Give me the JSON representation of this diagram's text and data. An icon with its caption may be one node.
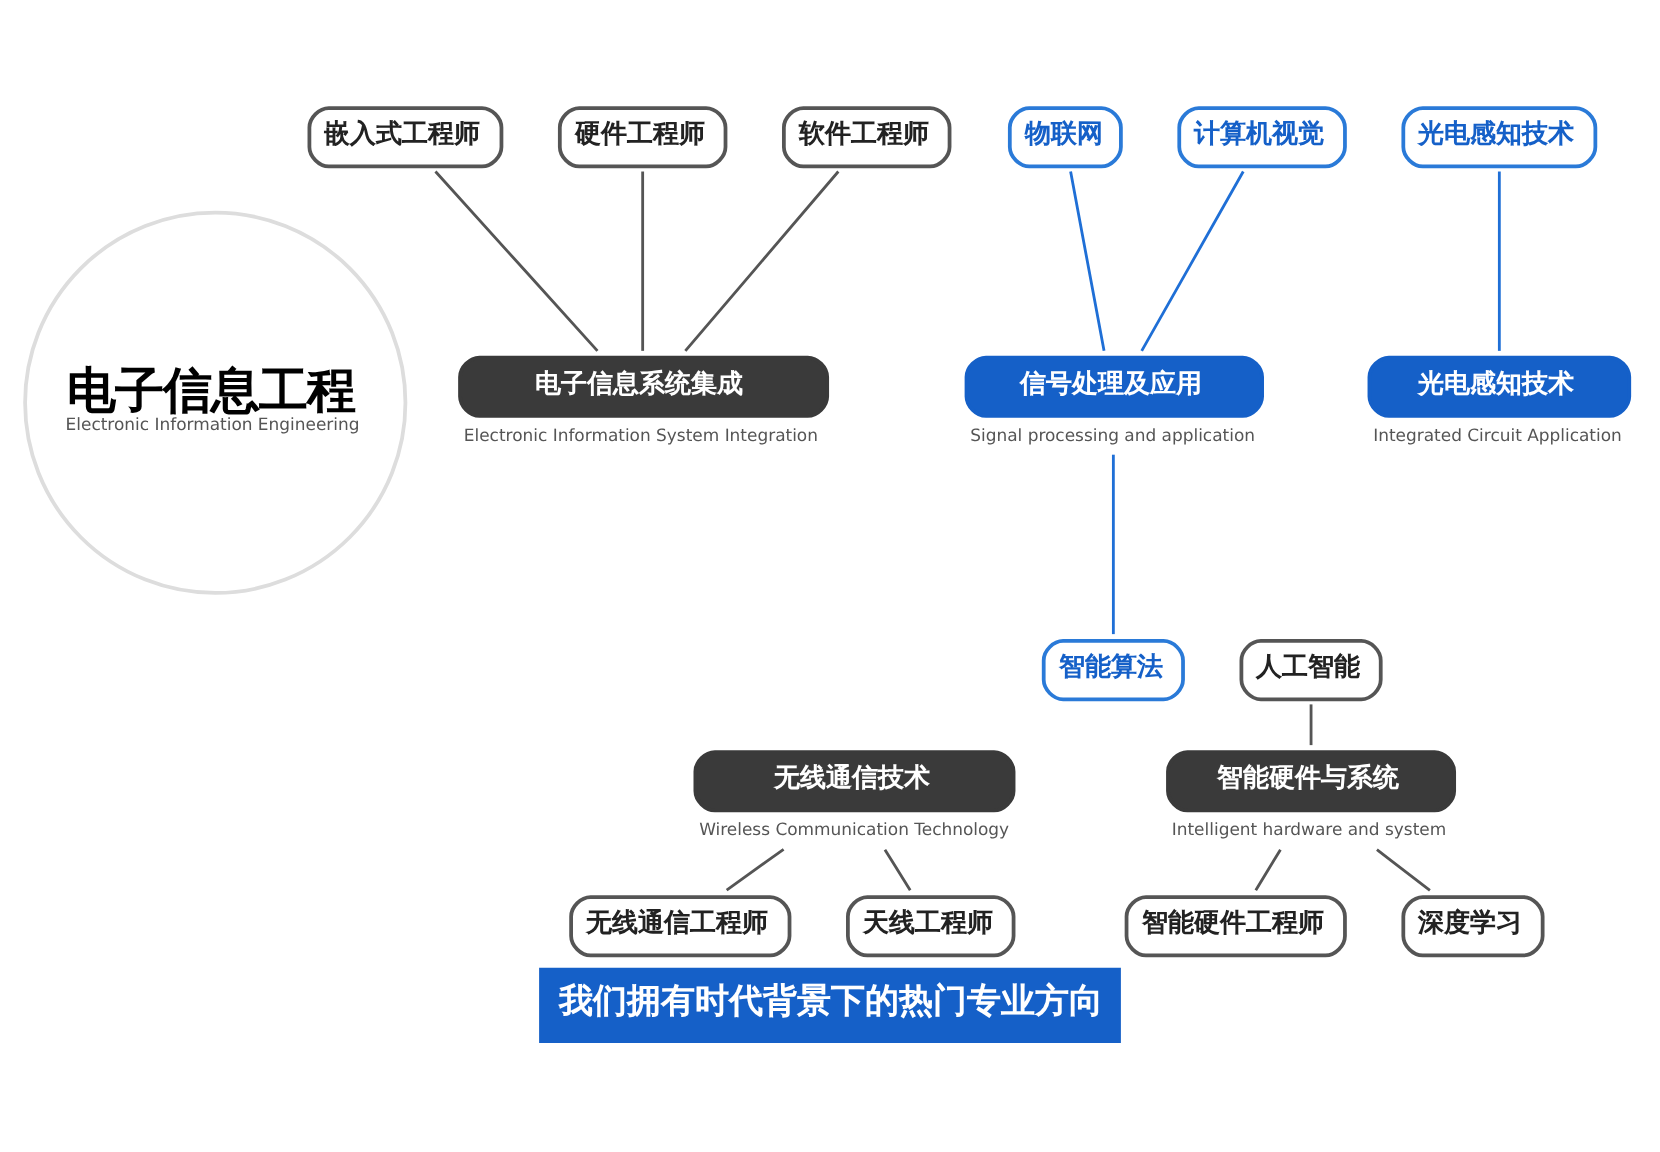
{
  "diagram": {
    "caption": "我们拥有时代背景下的热门专业方向",
    "nodes": [
      {
        "text": [
          "电子信息工程",
          "Electronic Information Engineering"
        ]
      },
      {
        "text": [
          "电子信息系统集成"
        ],
        "beside": [
          "Electronic Information System Integration"
        ]
      },
      {
        "text": [
          "嵌入式工程师"
        ]
      },
      {
        "text": [
          "硬件工程师"
        ]
      },
      {
        "text": [
          "软件工程师"
        ]
      },
      {
        "text": [
          "信号处理及应用"
        ],
        "beside": [
          "Signal processing and application"
        ]
      },
      {
        "text": [
          "物联网"
        ]
      },
      {
        "text": [
          "计算机视觉"
        ]
      },
      {
        "text": [
          "智能算法"
        ]
      },
      {
        "text": [
          "光电感知技术"
        ],
        "beside": [
          "Integrated Circuit Application"
        ]
      },
      {
        "text": [
          "光电感知技术"
        ]
      },
      {
        "text": [
          "无线通信技术"
        ],
        "beside": [
          "Wireless Communication Technology"
        ]
      },
      {
        "text": [
          "无线通信工程师"
        ]
      },
      {
        "text": [
          "天线工程师"
        ]
      },
      {
        "text": [
          "人工智能"
        ]
      },
      {
        "text": [
          "智能硬件与系统"
        ],
        "beside": [
          "Intelligent hardware and system"
        ]
      },
      {
        "text": [
          "智能硬件工程师"
        ]
      },
      {
        "text": [
          "深度学习"
        ]
      }
    ],
    "edges": [
      {
        "from": 1,
        "to": 2,
        "arrow": "none"
      },
      {
        "from": 1,
        "to": 3,
        "arrow": "none"
      },
      {
        "from": 1,
        "to": 4,
        "arrow": "none"
      },
      {
        "from": 5,
        "to": 6,
        "arrow": "none",
        "color": "#1f6fd6"
      },
      {
        "from": 5,
        "to": 7,
        "arrow": "none",
        "color": "#1f6fd6"
      },
      {
        "from": 5,
        "to": 8,
        "arrow": "none",
        "color": "#1f6fd6"
      },
      {
        "from": 9,
        "to": 10,
        "arrow": "none",
        "color": "#1f6fd6"
      },
      {
        "from": 11,
        "to": 12,
        "arrow": "none"
      },
      {
        "from": 11,
        "to": 13,
        "arrow": "none"
      },
      {
        "from": 15,
        "to": 14,
        "arrow": "none"
      },
      {
        "from": 15,
        "to": 16,
        "arrow": "none"
      },
      {
        "from": 15,
        "to": 17,
        "arrow": "none"
      }
    ]
  }
}
